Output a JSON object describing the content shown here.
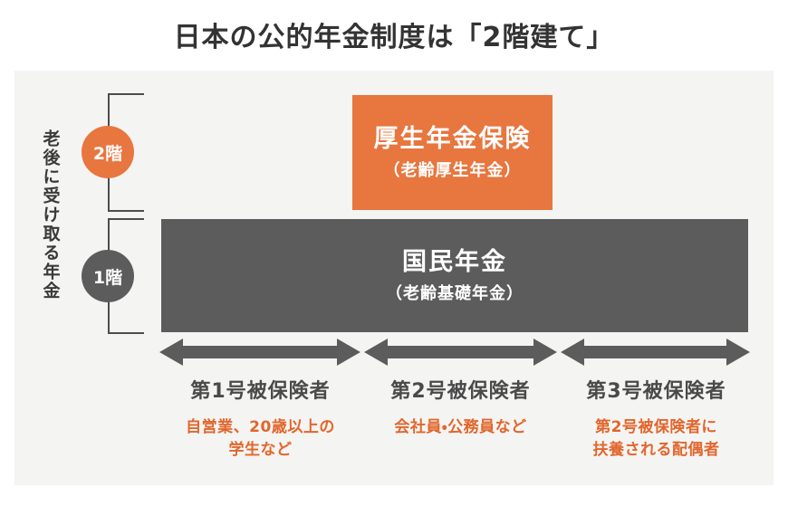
{
  "title": "日本の公的年金制度は「2階建て」",
  "axis": {
    "vertical_label": "老後に受け取る年金"
  },
  "tiers": [
    {
      "badge": "2階",
      "badge_color": "#e8763f",
      "box_color": "#e8763f",
      "main": "厚生年金保険",
      "sub": "（老齢厚生年金）"
    },
    {
      "badge": "1階",
      "badge_color": "#5c5c5c",
      "box_color": "#5c5c5c",
      "main": "国民年金",
      "sub": "（老齢基礎年金）"
    }
  ],
  "columns": [
    {
      "heading": "第1号被保険者",
      "detail_line1": "自営業、20歳以上の",
      "detail_line2": "学生など"
    },
    {
      "heading": "第2号被保険者",
      "detail_line1": "会社員・公務員など",
      "detail_line2": ""
    },
    {
      "heading": "第3号被保険者",
      "detail_line1": "第2号被保険者に",
      "detail_line2": "扶養される配偶者"
    }
  ],
  "colors": {
    "accent_orange": "#e8763f",
    "detail_orange": "#e2662b",
    "dark_gray": "#5c5c5c",
    "panel_bg": "#f4f4f3",
    "title_text": "#333333",
    "arrow_gray": "#5c5c5c"
  }
}
